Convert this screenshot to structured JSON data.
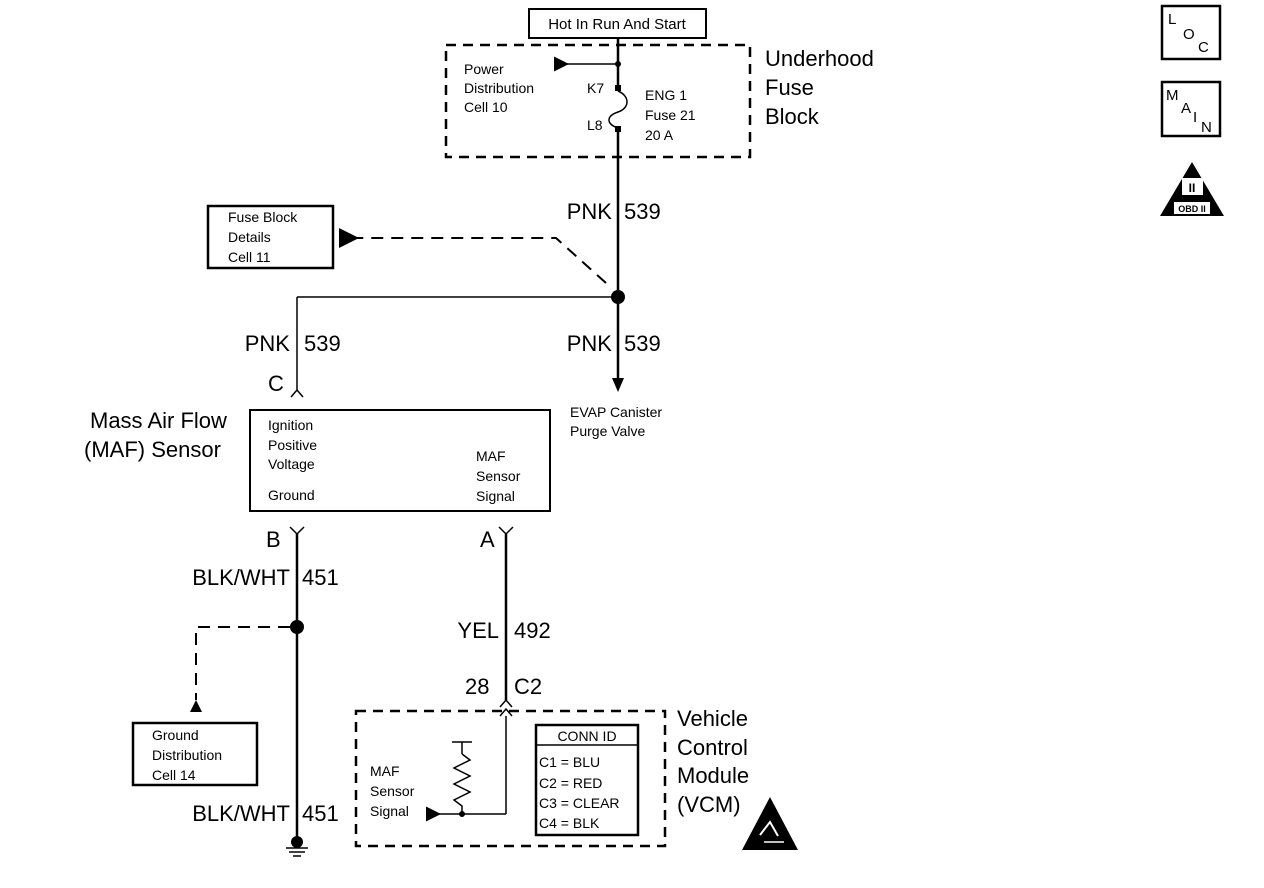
{
  "top_label": "Hot In Run And Start",
  "underhood": {
    "title_lines": [
      "Underhood",
      "Fuse",
      "Block"
    ],
    "power_ref_lines": [
      "Power",
      "Distribution",
      "Cell 10"
    ],
    "k7": "K7",
    "l8": "L8",
    "fuse_lines": [
      "ENG 1",
      "Fuse 21",
      "20 A"
    ]
  },
  "fuse_block_ref_lines": [
    "Fuse Block",
    "Details",
    "Cell 11"
  ],
  "wires": {
    "pnk539_upper": {
      "color": "PNK",
      "circuit": "539"
    },
    "pnk539_left": {
      "color": "PNK",
      "circuit": "539"
    },
    "pnk539_right": {
      "color": "PNK",
      "circuit": "539"
    },
    "blkwht451_upper": {
      "color": "BLK/WHT",
      "circuit": "451"
    },
    "blkwht451_lower": {
      "color": "BLK/WHT",
      "circuit": "451"
    },
    "yel492": {
      "color": "YEL",
      "circuit": "492"
    }
  },
  "evap_lines": [
    "EVAP Canister",
    "Purge Valve"
  ],
  "maf": {
    "title_lines": [
      "Mass Air Flow",
      "(MAF) Sensor"
    ],
    "ignition_lines": [
      "Ignition",
      "Positive",
      "Voltage"
    ],
    "ground": "Ground",
    "signal_lines": [
      "MAF",
      "Sensor",
      "Signal"
    ],
    "pin_c": "C",
    "pin_b": "B",
    "pin_a": "A"
  },
  "ground_ref_lines": [
    "Ground",
    "Distribution",
    "Cell 14"
  ],
  "vcm": {
    "pin": "28",
    "conn": "C2",
    "title_lines": [
      "Vehicle",
      "Control",
      "Module",
      "(VCM)"
    ],
    "signal_lines": [
      "MAF",
      "Sensor",
      "Signal"
    ],
    "conn_id_title": "CONN ID",
    "conn_ids": [
      "C1 = BLU",
      "C2 = RED",
      "C3 = CLEAR",
      "C4 = BLK"
    ]
  },
  "icons": {
    "loc": [
      "L",
      "O",
      "C"
    ],
    "main": [
      "M",
      "A",
      "I",
      "N"
    ],
    "obd": [
      "II",
      "OBD II"
    ]
  }
}
